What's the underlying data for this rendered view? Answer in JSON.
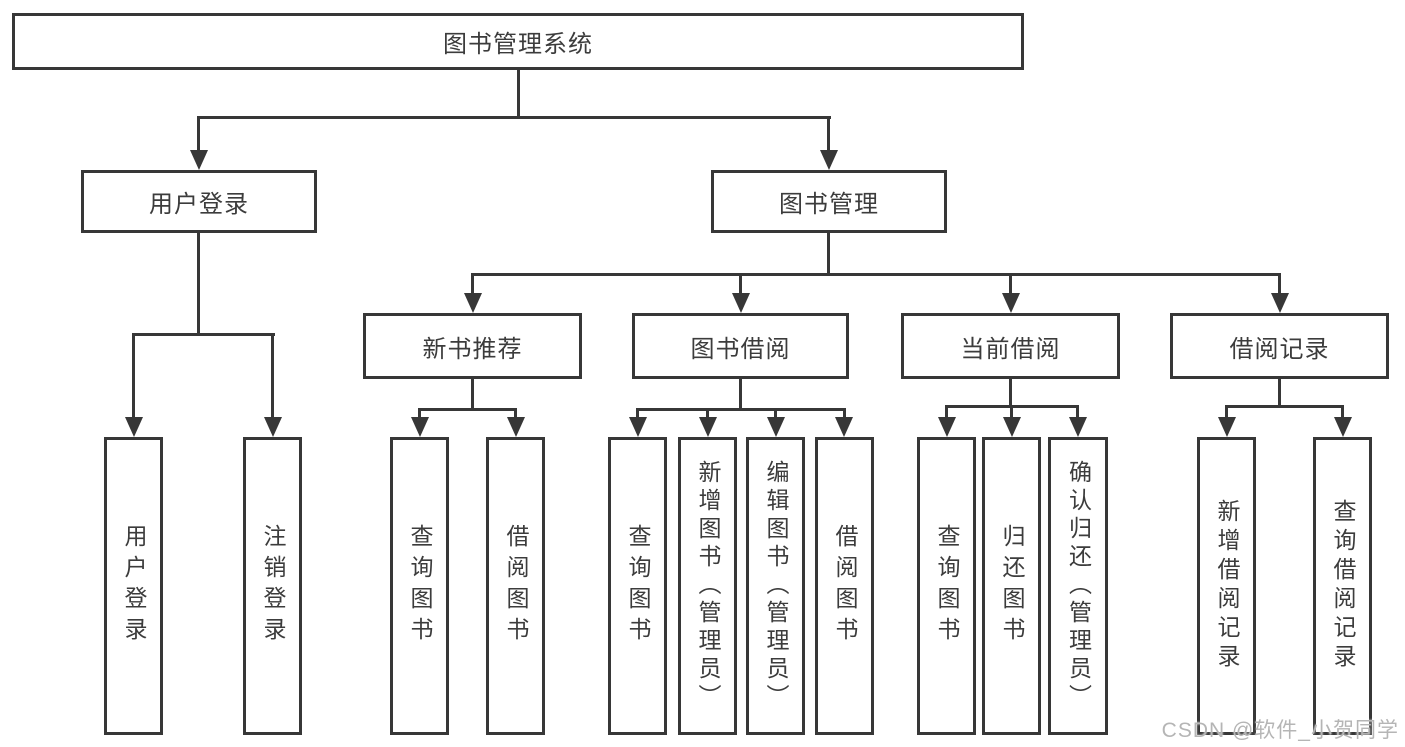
{
  "diagram": {
    "type": "hierarchy-tree",
    "background": "#ffffff",
    "line_color": "#373737",
    "text_color": "#3c3c3c"
  },
  "tree": {
    "label": "图书管理系统",
    "children": [
      {
        "label": "用户登录",
        "children": [
          {
            "label": "用户登录"
          },
          {
            "label": "注销登录"
          }
        ]
      },
      {
        "label": "图书管理",
        "children": [
          {
            "label": "新书推荐",
            "children": [
              {
                "label": "查询图书"
              },
              {
                "label": "借阅图书"
              }
            ]
          },
          {
            "label": "图书借阅",
            "children": [
              {
                "label": "查询图书"
              },
              {
                "label": "新增图书（管理员）"
              },
              {
                "label": "编辑图书（管理员）"
              },
              {
                "label": "借阅图书"
              }
            ]
          },
          {
            "label": "当前借阅",
            "children": [
              {
                "label": "查询图书"
              },
              {
                "label": "归还图书"
              },
              {
                "label": "确认归还（管理员）"
              }
            ]
          },
          {
            "label": "借阅记录",
            "children": [
              {
                "label": "新增借阅记录"
              },
              {
                "label": "查询借阅记录"
              }
            ]
          }
        ]
      }
    ]
  },
  "watermark": {
    "text": "CSDN @软件_小贺同学",
    "color": "#b5b5b5"
  }
}
